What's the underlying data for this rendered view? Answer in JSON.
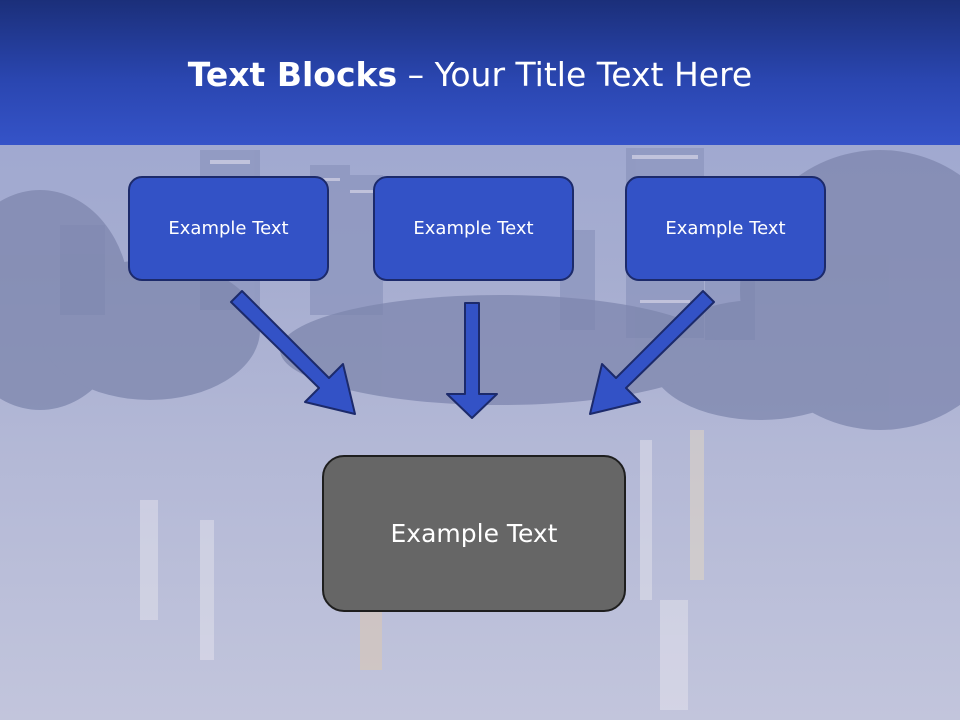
{
  "title": {
    "bold": "Text Blocks",
    "rest": " – Your Title Text Here"
  },
  "blocks": [
    {
      "label": "Example Text"
    },
    {
      "label": "Example Text"
    },
    {
      "label": "Example Text"
    }
  ],
  "target": {
    "label": "Example Text"
  },
  "colors": {
    "header": "#2a46b0",
    "block": "#3352c6",
    "arrow": "#3352c6",
    "target": "#666666"
  }
}
